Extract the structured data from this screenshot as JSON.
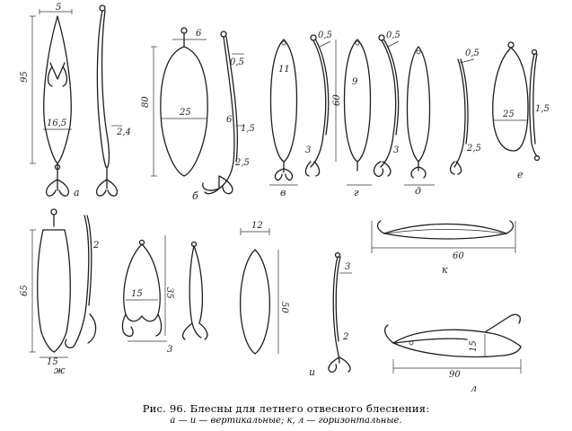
{
  "caption": {
    "title": "Рис. 96. Блесны для летнего отвесного блеснения:",
    "subtitle": "а — и — вертикальные; к, л — горизонтальные."
  },
  "letters": {
    "a": "а",
    "b": "б",
    "v": "в",
    "g": "г",
    "d": "д",
    "e": "е",
    "zh": "ж",
    "z": "з",
    "i": "и",
    "k": "к",
    "l": "л"
  },
  "dims": {
    "a_len": "95",
    "a_w": "16,5",
    "a_top": "5",
    "a_side": "2,4",
    "b_len": "80",
    "b_w": "25",
    "b_d": "6",
    "b_s1": "0,5",
    "b_s2": "1,5",
    "b_s3": "2,5",
    "b_top": "6",
    "v_top": "0,5",
    "v_w": "11",
    "v_b": "3",
    "g_len": "60",
    "g_w": "9",
    "g_top": "0,5",
    "g_b": "3",
    "d_top": "0,5",
    "d_b": "2,5",
    "e_w": "25",
    "e_t": "1,5",
    "zh_len": "65",
    "zh_b": "15",
    "zh_t": "2",
    "z_len": "35",
    "z_w": "15",
    "z_b": "3",
    "i_top": "12",
    "i_len": "50",
    "i_t": "3",
    "i_b": "2",
    "k_len": "60",
    "l_len": "90",
    "l_h": "15"
  }
}
